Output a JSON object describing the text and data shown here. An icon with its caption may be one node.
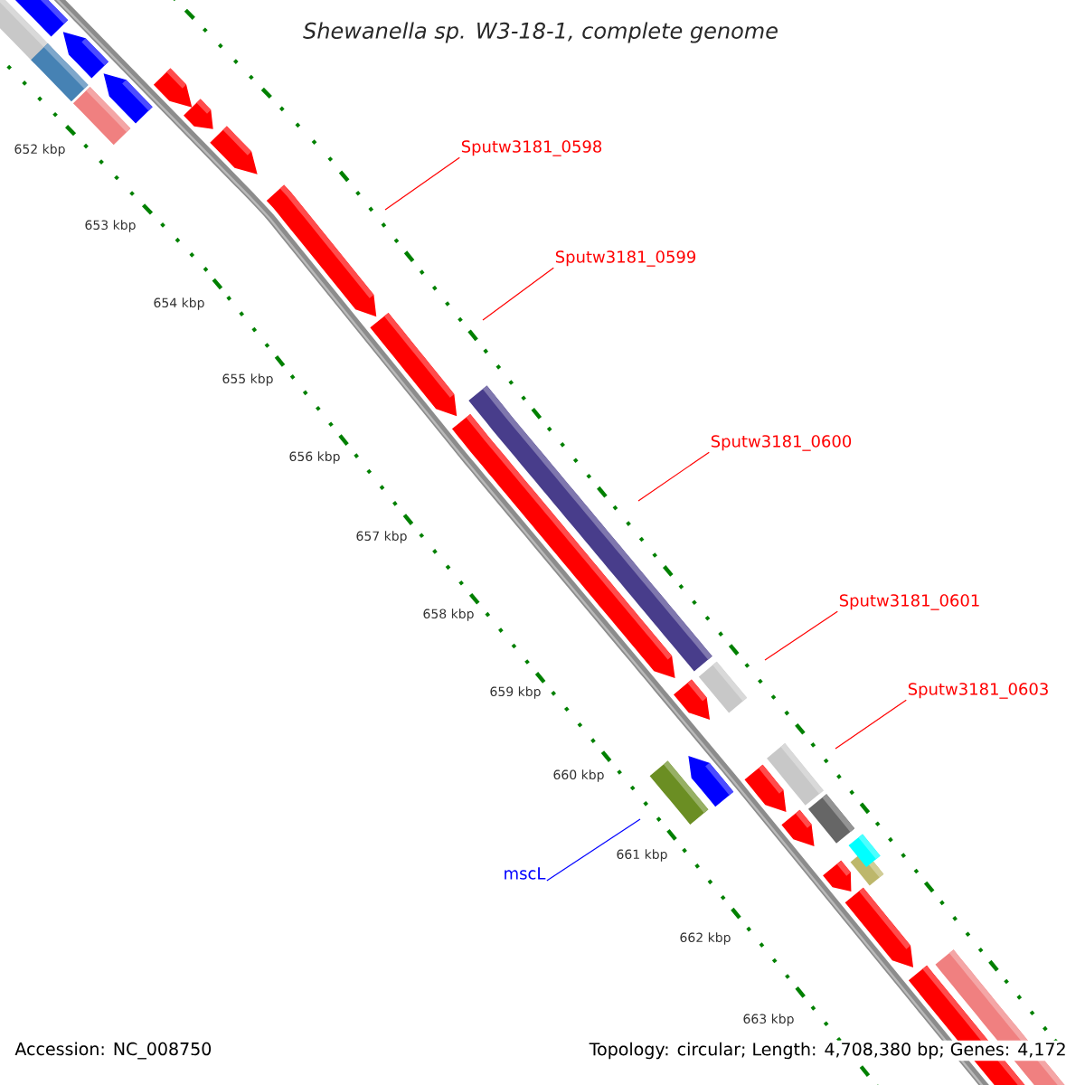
{
  "diagram": {
    "title": "Shewanella sp. W3-18-1, complete genome",
    "nodes": [
      {
        "text": [
          "Sputw3181_0598"
        ]
      },
      {
        "text": [
          "Sputw3181_0599"
        ]
      },
      {
        "text": [
          "Sputw3181_0600"
        ]
      },
      {
        "text": [
          "Sputw3181_0601"
        ]
      },
      {
        "text": [
          "Sputw3181_0603"
        ]
      },
      {
        "text": [
          "mscL"
        ]
      }
    ],
    "edges": [
      {
        "from": 0,
        "to": null,
        "arrow": "none"
      },
      {
        "from": 1,
        "to": null,
        "arrow": "none"
      },
      {
        "from": 2,
        "to": null,
        "arrow": "none"
      },
      {
        "from": 3,
        "to": null,
        "arrow": "none"
      },
      {
        "from": 4,
        "to": null,
        "arrow": "none"
      },
      {
        "from": 5,
        "to": null,
        "arrow": "none",
        "color": "#0000ff"
      }
    ],
    "labels": [
      "652 kbp",
      "653 kbp",
      "654 kbp",
      "655 kbp",
      "656 kbp",
      "657 kbp",
      "658 kbp",
      "659 kbp",
      "660 kbp",
      "661 kbp",
      "662 kbp",
      "663 kbp",
      "Accession: NC_008750",
      "Topology: circular; Length: 4,708,380 bp; Genes: 4,172"
    ]
  }
}
